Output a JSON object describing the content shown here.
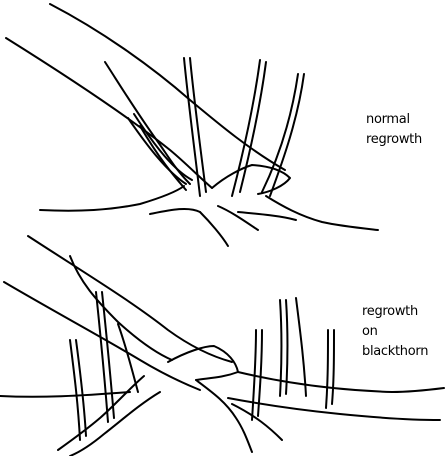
{
  "labels": {
    "top": {
      "lines": [
        "normal",
        "regrowth"
      ]
    },
    "bottom": {
      "lines": [
        "regrowth",
        "on",
        "blackthorn"
      ]
    }
  },
  "colors": {
    "ink": "#000000",
    "background": "#ffffff"
  }
}
